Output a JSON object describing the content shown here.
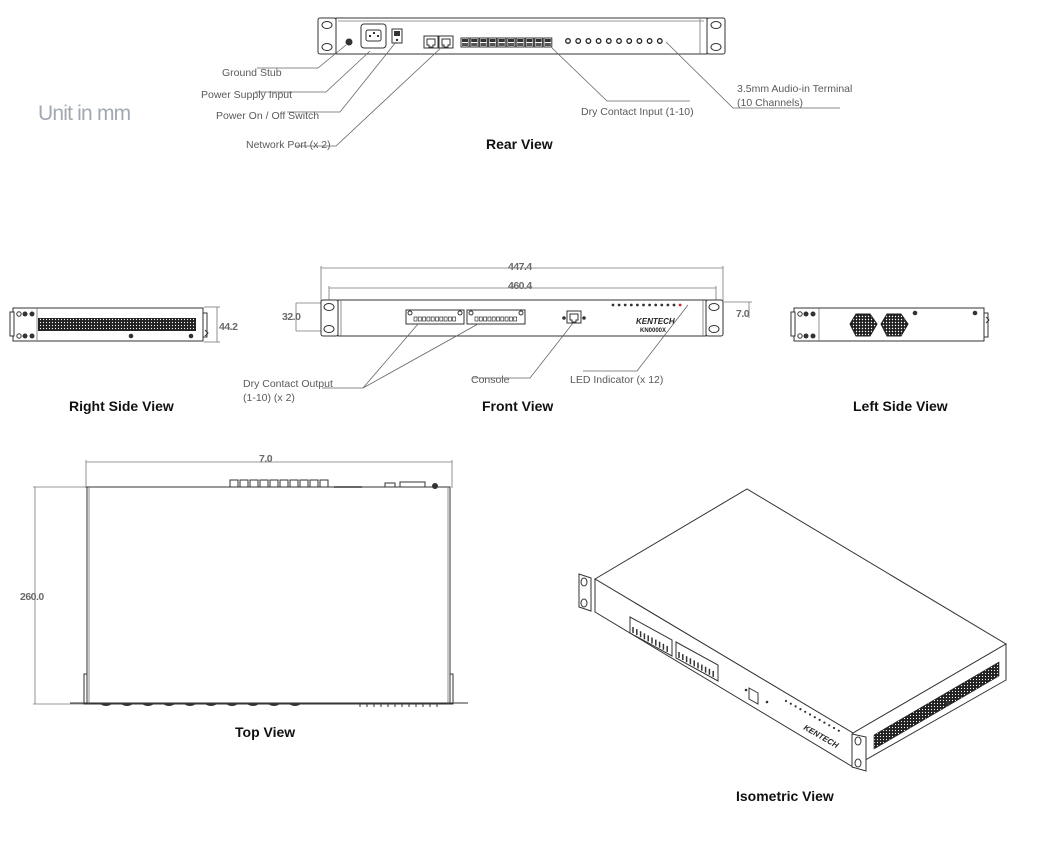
{
  "unit_note": "Unit in mm",
  "views": {
    "rear": {
      "title": "Rear View",
      "callouts": {
        "ground_stub": "Ground Stub",
        "power_supply_input": "Power Supply Input",
        "power_switch": "Power On / Off Switch",
        "network_port": "Network Port (x 2)",
        "dry_contact_input": "Dry Contact Input (1-10)",
        "audio_in_line1": "3.5mm Audio-in Terminal",
        "audio_in_line2": "(10 Channels)"
      },
      "dry_contact_input_count": 10,
      "audio_in_count": 10,
      "network_port_count": 2
    },
    "front": {
      "title": "Front View",
      "dimensions": {
        "overall_width": "447.4",
        "inner_width": "460.4",
        "height": "32.0",
        "ear_offset": "7.0"
      },
      "callouts": {
        "dry_contact_output_line1": "Dry Contact Output",
        "dry_contact_output_line2": "(1-10) (x 2)",
        "console": "Console",
        "led_indicator": "LED Indicator (x 12)"
      },
      "brand": "KENTECH",
      "model": "KN0000X",
      "led_count": 12
    },
    "right_side": {
      "title": "Right Side View",
      "dimensions": {
        "height": "44.2"
      }
    },
    "left_side": {
      "title": "Left Side View"
    },
    "top": {
      "title": "Top View",
      "dimensions": {
        "width": "7.0",
        "depth": "260.0"
      }
    },
    "isometric": {
      "title": "Isometric View"
    }
  }
}
